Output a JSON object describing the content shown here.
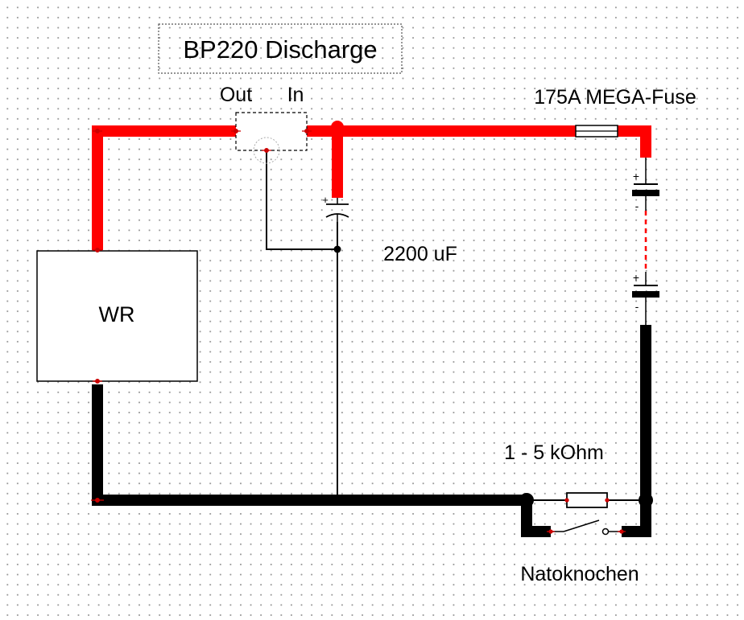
{
  "title": "BP220 Discharge",
  "labels": {
    "out": "Out",
    "in": "In",
    "fuse": "175A MEGA-Fuse",
    "capacitor": "2200 uF",
    "inverter": "WR",
    "resistor": "1 - 5 kOhm",
    "switch": "Natoknochen",
    "plus": "+",
    "minus": "-"
  },
  "colors": {
    "positive_wire": "#ff0000",
    "negative_wire": "#000000",
    "grid_dot": "#9a9a9a",
    "node": "#cc0000"
  }
}
